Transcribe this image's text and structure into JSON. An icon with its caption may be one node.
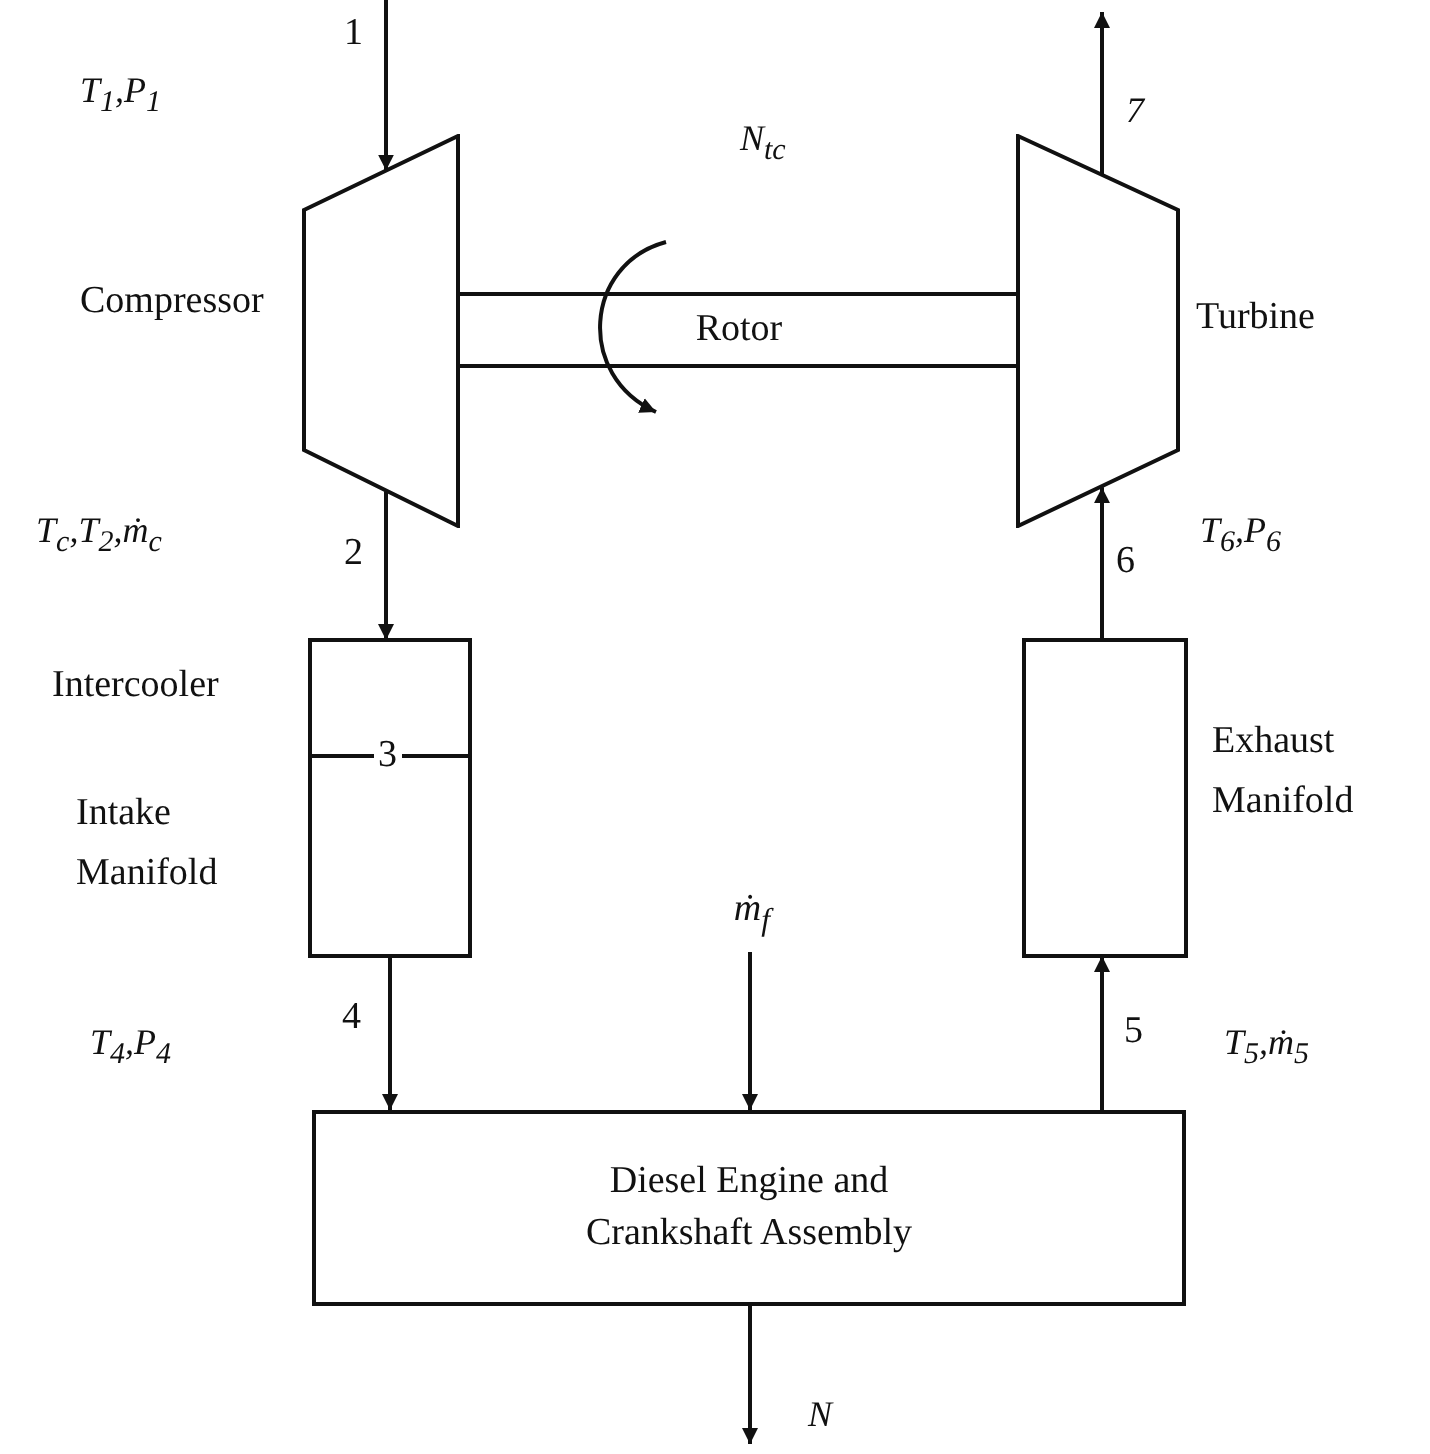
{
  "diagram": {
    "nodes": [
      {
        "text": [
          "Compressor"
        ]
      },
      {
        "text": [
          "Rotor"
        ]
      },
      {
        "text": [
          "Turbine"
        ]
      },
      {
        "text": [
          "Intercooler"
        ]
      },
      {
        "text": [
          "Intake Manifold"
        ]
      },
      {
        "text": [
          "Exhaust Manifold"
        ]
      },
      {
        "text": [
          "ṁ$_{f}$"
        ]
      },
      {
        "text": [
          "Diesel Engine and Crankshaft Assembly"
        ]
      }
    ],
    "edges": [
      {
        "from": null,
        "to": 0,
        "arrow": "to",
        "label": "1"
      },
      {
        "from": 2,
        "to": null,
        "arrow": "to",
        "label": "7"
      },
      {
        "from": 0,
        "to": 3,
        "arrow": "to",
        "label": "2"
      },
      {
        "from": 5,
        "to": 2,
        "arrow": "to",
        "label": "6"
      },
      {
        "from": 4,
        "to": 7,
        "arrow": "to",
        "label": "4"
      },
      {
        "from": 6,
        "to": 7,
        "arrow": "to"
      },
      {
        "from": 7,
        "to": 5,
        "arrow": "to",
        "label": "5"
      },
      {
        "from": 7,
        "to": null,
        "arrow": "to",
        "label": "N"
      }
    ],
    "labels": [
      "T$_{1}$,P$_{1}$",
      "N$_{tc}$",
      "T$_{c}$,T$_{2}$,ṁ$_{c}$",
      "T$_{6}$,P$_{6}$",
      "3",
      "T$_{4}$,P$_{4}$",
      "T$_{5}$,ṁ$_{5}$"
    ]
  }
}
